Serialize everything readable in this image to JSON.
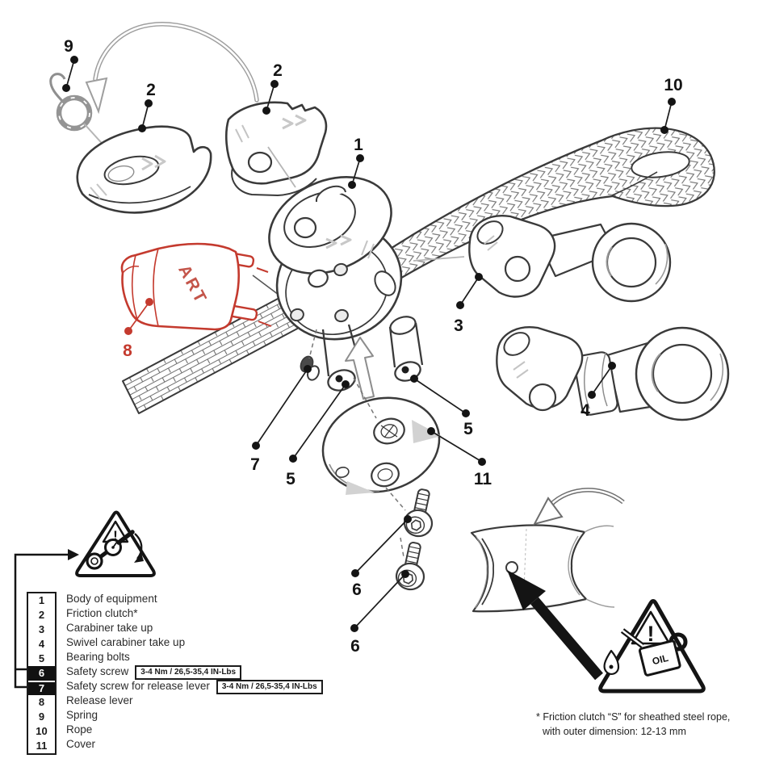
{
  "palette": {
    "ink": "#3a3a3a",
    "red": "#c43a2e",
    "gray": "#9e9e9e",
    "black": "#141414"
  },
  "diagram": {
    "callouts": {
      "c1": "1",
      "c2a": "2",
      "c2b": "2",
      "c3": "3",
      "c4": "4",
      "c5a": "5",
      "c5b": "5",
      "c6a": "6",
      "c6b": "6",
      "c7": "7",
      "c8": "8",
      "c9": "9",
      "c10": "10",
      "c11": "11"
    },
    "lever_text": "ART",
    "oil_text": "OIL",
    "exclamation": "!"
  },
  "parts_table": {
    "rows": [
      {
        "num": "1",
        "label": "Body of equipment"
      },
      {
        "num": "2",
        "label": "Friction clutch*"
      },
      {
        "num": "3",
        "label": "Carabiner take up"
      },
      {
        "num": "4",
        "label": "Swivel carabiner take up"
      },
      {
        "num": "5",
        "label": "Bearing bolts"
      },
      {
        "num": "6",
        "label": "Safety screw",
        "badge": "3-4 Nm / 26,5-35,4 IN-Lbs"
      },
      {
        "num": "7",
        "label": "Safety screw for release lever",
        "badge": "3-4 Nm / 26,5-35,4 IN-Lbs"
      },
      {
        "num": "8",
        "label": "Release lever"
      },
      {
        "num": "9",
        "label": "Spring"
      },
      {
        "num": "10",
        "label": "Rope"
      },
      {
        "num": "11",
        "label": "Cover"
      }
    ]
  },
  "footnote": {
    "line1": "* Friction clutch “S” for sheathed steel rope,",
    "line2": "with outer dimension: 12-13 mm"
  }
}
